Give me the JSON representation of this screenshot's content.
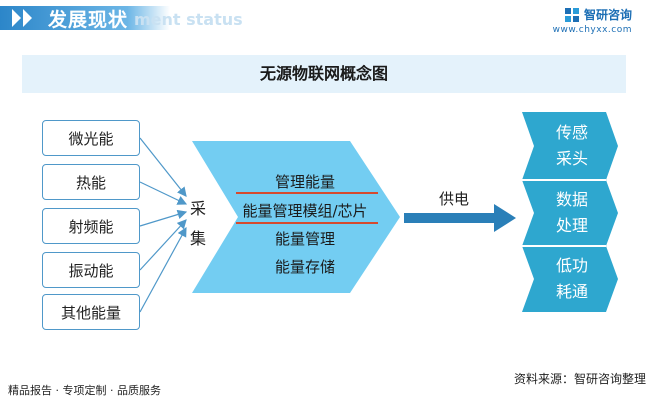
{
  "header": {
    "title": "发展现状",
    "watermark": "ment status",
    "brand_name": "智研咨询",
    "brand_url": "www.chyxx.com"
  },
  "diagram": {
    "title": "无源物联网概念图",
    "sources": [
      "微光能",
      "热能",
      "射频能",
      "振动能",
      "其他能量"
    ],
    "collect_label": [
      "采",
      "集"
    ],
    "core": {
      "line1": "管理能量",
      "line2": "能量管理模组/芯片",
      "line3": "能量管理",
      "line4": "能量存储"
    },
    "supply_label": "供电",
    "outputs": [
      {
        "line1": "传感",
        "line2": "采头"
      },
      {
        "line1": "数据",
        "line2": "处理"
      },
      {
        "line1": "低功",
        "line2": "耗通"
      }
    ]
  },
  "footer": {
    "left": "精品报告 · 专项定制 · 品质服务",
    "right": "资料来源：智研咨询整理"
  },
  "colors": {
    "accent_blue": "#1d6fb5",
    "core_fill": "#73cdf2",
    "arrow_blue": "#2a7fb8",
    "output_fill": "#2ea7cf",
    "divider_red": "#d64a2e",
    "box_border": "#4f98c9"
  }
}
